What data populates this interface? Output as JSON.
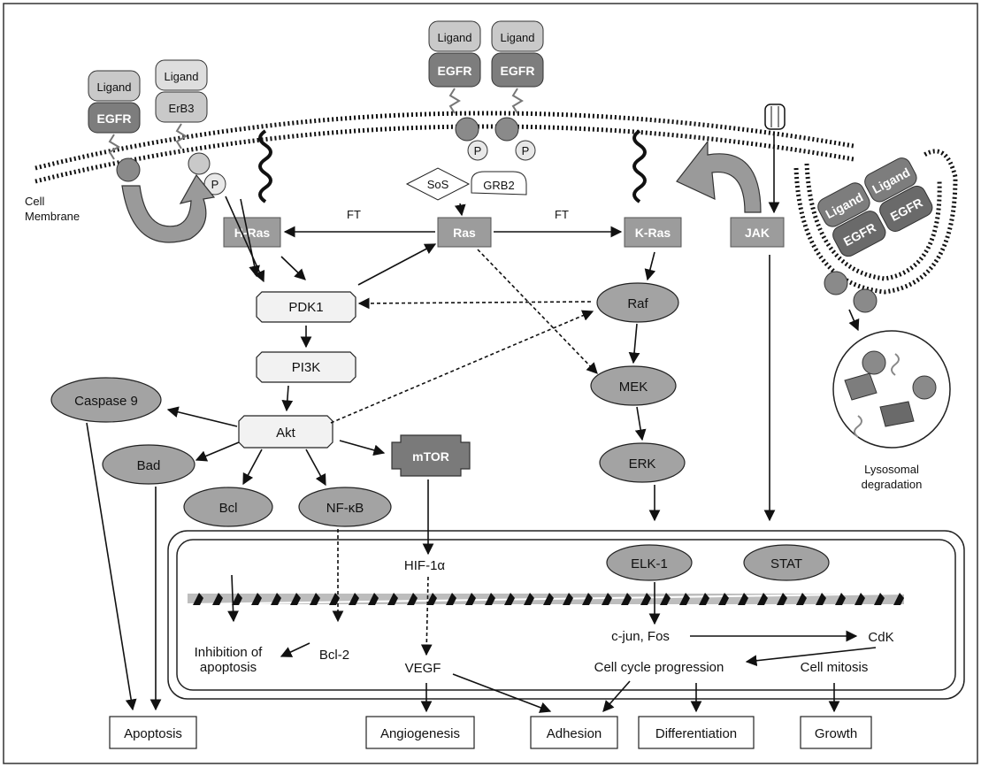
{
  "membrane": {
    "label": "Cell\nMembrane",
    "lysosome_label": "Lysosomal\ndegradation"
  },
  "receptors": {
    "ligand": "Ligand",
    "egfr": "EGFR",
    "erb3": "ErB3",
    "p": "P"
  },
  "adaptors": {
    "sos": "SoS",
    "grb2": "GRB2"
  },
  "ft_label": "FT",
  "nodes": {
    "hras": "H-Ras",
    "ras": "Ras",
    "kras": "K-Ras",
    "jak": "JAK",
    "pdk1": "PDK1",
    "pi3k": "PI3K",
    "akt": "Akt",
    "raf": "Raf",
    "mek": "MEK",
    "erk": "ERK",
    "caspase9": "Caspase 9",
    "bad": "Bad",
    "bcl": "Bcl",
    "nfkb": "NF-κB",
    "mtor": "mTOR",
    "elk1": "ELK-1",
    "stat": "STAT"
  },
  "nucleus": {
    "hif": "HIF-1α",
    "vegf": "VEGF",
    "bcl2": "Bcl-2",
    "inhibition": "Inhibition of\napoptosis",
    "cjun": "c-jun, Fos",
    "cdk": "CdK",
    "cycle": "Cell cycle progression",
    "mitosis": "Cell mitosis"
  },
  "outcomes": {
    "apoptosis": "Apoptosis",
    "angiogenesis": "Angiogenesis",
    "adhesion": "Adhesion",
    "differentiation": "Differentiation",
    "growth": "Growth"
  },
  "colors": {
    "node_grey": "#a3a3a3",
    "receptor_light": "#c9c9c9",
    "receptor_dark": "#7d7d7d",
    "ras_fill": "#9c9c9c",
    "mtor_fill": "#7a7a7a"
  }
}
